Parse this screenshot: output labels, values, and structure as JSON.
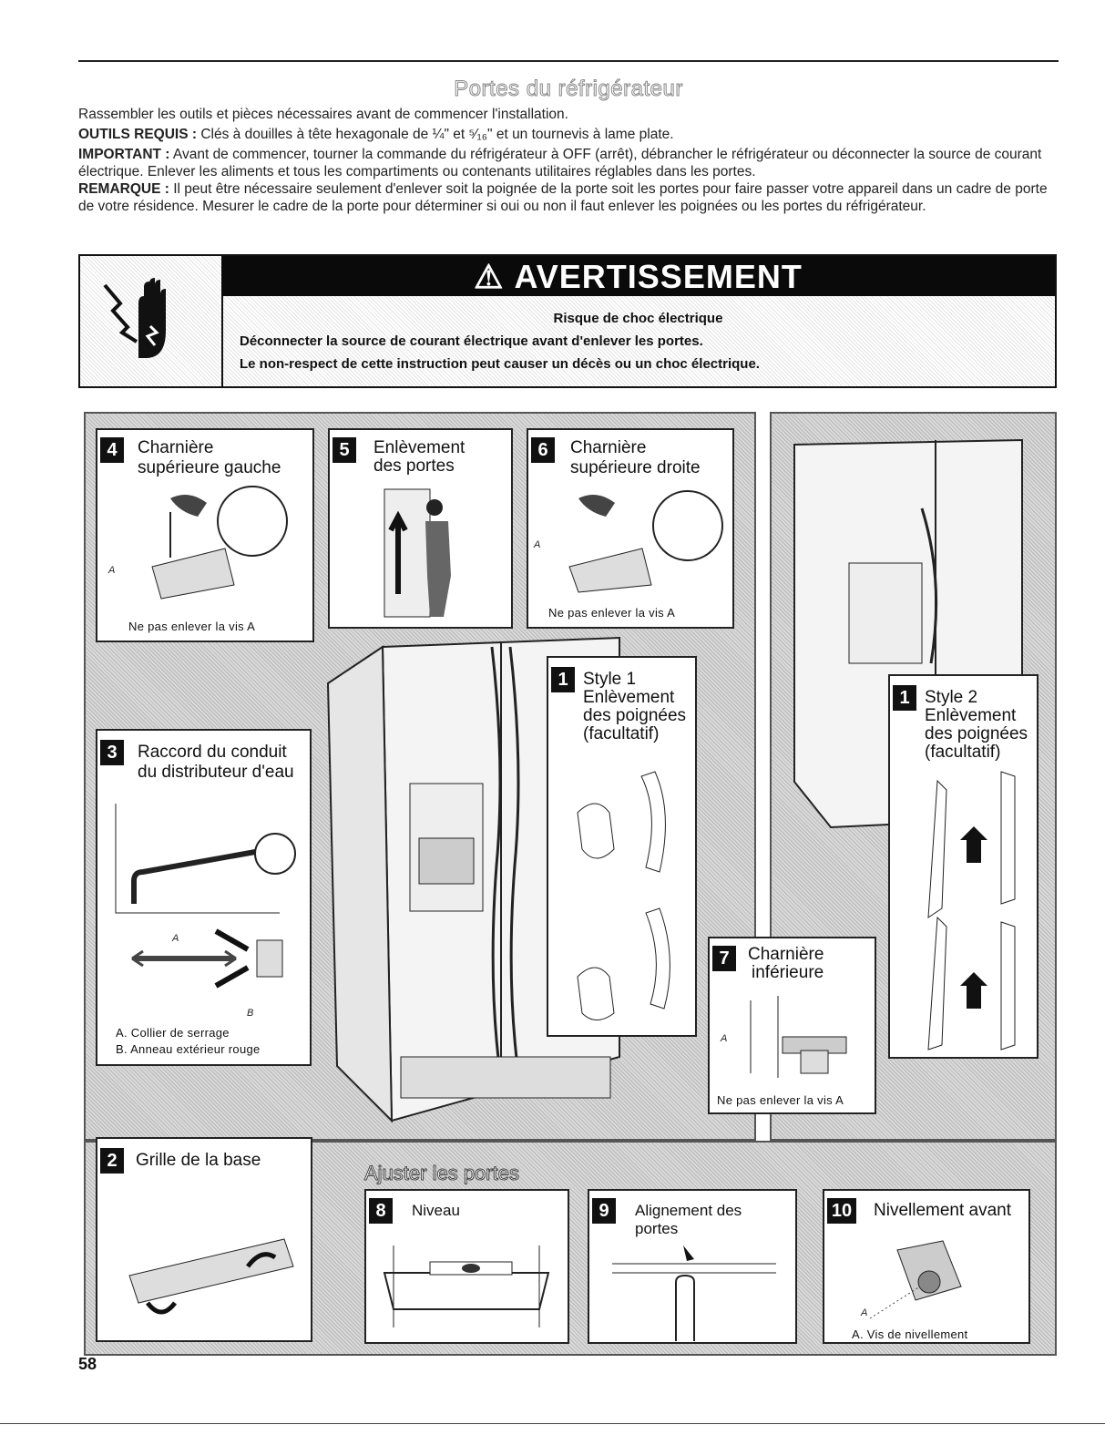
{
  "title": "Portes du réfrigérateur",
  "intro": {
    "gather": "Rassembler les outils et pièces nécessaires avant de commencer l'installation.",
    "tools_label": "OUTILS REQUIS :",
    "tools_text": " Clés à douilles à tête hexagonale de ¼\" et ⁵⁄₁₆\" et un tournevis à lame plate.",
    "important_label": "IMPORTANT :",
    "important_text": " Avant de commencer, tourner la commande du réfrigérateur à OFF (arrêt), débrancher le réfrigérateur ou déconnecter la source de courant électrique. Enlever les aliments et tous les compartiments ou contenants utilitaires réglables dans les portes.",
    "note_label": "REMARQUE :",
    "note_text": " Il peut être nécessaire seulement d'enlever soit la poignée de la porte soit les portes pour faire passer votre appareil dans un cadre de porte de votre résidence. Mesurer le cadre de la porte pour déterminer si oui ou non il faut enlever les poignées ou les portes du réfrigérateur."
  },
  "warning": {
    "heading": "AVERTISSEMENT",
    "risk": "Risque de choc électrique",
    "line1": "Déconnecter la source de courant électrique avant d'enlever les portes.",
    "line2": "Le non-respect de cette instruction peut causer un décès ou un choc électrique."
  },
  "steps": {
    "s4": {
      "num": "4",
      "title1": "Charnière",
      "title2": "supérieure gauche",
      "caption": "Ne pas enlever la vis A",
      "label_a": "A"
    },
    "s5": {
      "num": "5",
      "title1": "Enlèvement",
      "title2": "des portes"
    },
    "s6": {
      "num": "6",
      "title1": "Charnière",
      "title2": "supérieure droite",
      "caption": "Ne pas enlever la vis A",
      "label_a": "A"
    },
    "s1a": {
      "num": "1",
      "title1": "Style 1",
      "title2": "Enlèvement",
      "title3": "des poignées",
      "title4": "(facultatif)"
    },
    "s1b": {
      "num": "1",
      "title1": "Style 2",
      "title2": "Enlèvement",
      "title3": "des poignées",
      "title4": "(facultatif)"
    },
    "s3": {
      "num": "3",
      "title1": "Raccord du conduit",
      "title2": "du distributeur d'eau",
      "label_a": "A",
      "label_b": "B",
      "cap_a": "A. Collier de serrage",
      "cap_b": "B. Anneau extérieur rouge"
    },
    "s7": {
      "num": "7",
      "title1": "Charnière",
      "title2": "inférieure",
      "caption": "Ne pas enlever la vis A",
      "label_a": "A"
    },
    "s2": {
      "num": "2",
      "title1": "Grille de la base"
    },
    "s8": {
      "num": "8",
      "title1": "Niveau"
    },
    "s9": {
      "num": "9",
      "title1": "Alignement des",
      "title2": "portes"
    },
    "s10": {
      "num": "10",
      "title1": "Nivellement avant",
      "caption": "A. Vis de nivellement",
      "label_a": "A"
    }
  },
  "adjust_heading": "Ajuster les portes",
  "page_number": "58",
  "icons": {
    "warning": "warning-triangle-icon",
    "shock": "electric-shock-hand-icon"
  }
}
